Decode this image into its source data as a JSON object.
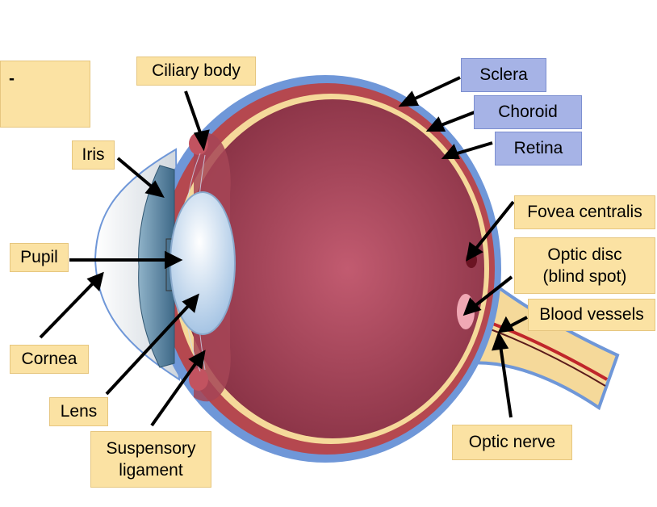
{
  "colors": {
    "label_yellow": "#fbe2a3",
    "label_blue": "#a6b3e6",
    "sclera": "#6f97d8",
    "choroid": "#b5484f",
    "retina": "#f5d99a",
    "vitreous": "#a34a5c",
    "lens": "#dce8f7",
    "iris": "#4f7b9b",
    "cornea": "#eeeeee",
    "optic_nerve": "#f5d99a",
    "blood_vessel": "#c0262b"
  },
  "labels": {
    "unknown": "-",
    "ciliary_body": "Ciliary body",
    "iris": "Iris",
    "pupil": "Pupil",
    "cornea": "Cornea",
    "lens": "Lens",
    "suspensory_ligament": "Suspensory\nligament",
    "sclera": "Sclera",
    "choroid": "Choroid",
    "retina": "Retina",
    "fovea_centralis": "Fovea centralis",
    "optic_disc": "Optic disc\n(blind spot)",
    "blood_vessels": "Blood vessels",
    "optic_nerve": "Optic nerve"
  }
}
